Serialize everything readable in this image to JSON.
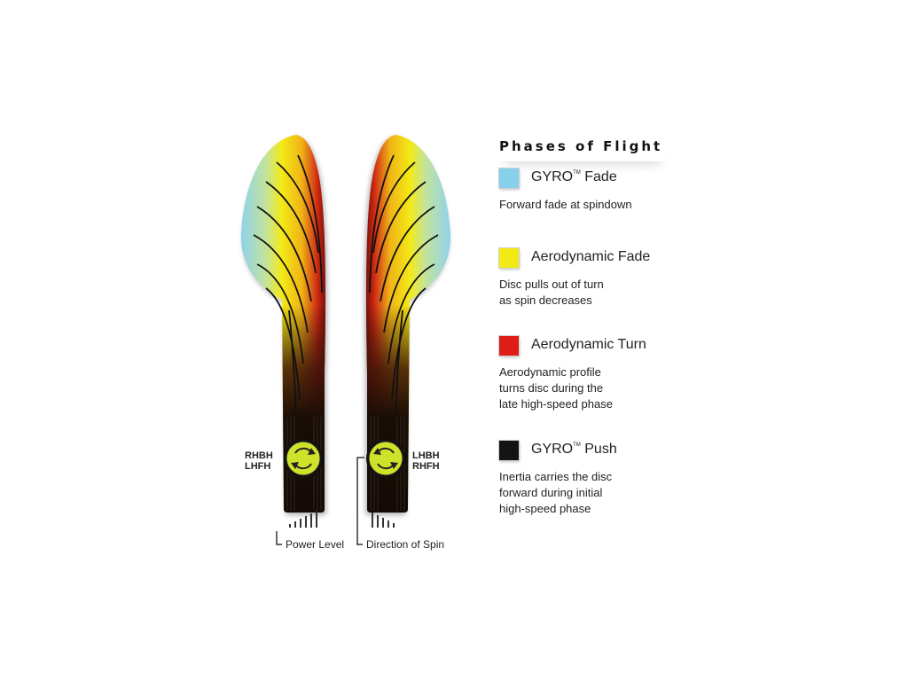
{
  "legend": {
    "title": "Phases of Flight",
    "items": [
      {
        "name": "GYRO",
        "tm": "TM",
        "suffix": " Fade",
        "color": "#87d0ec",
        "desc": "Forward fade at spindown"
      },
      {
        "name": "Aerodynamic Fade",
        "tm": "",
        "suffix": "",
        "color": "#f2ea14",
        "desc": "Disc pulls out of turn\nas spin decreases"
      },
      {
        "name": "Aerodynamic Turn",
        "tm": "",
        "suffix": "",
        "color": "#de1c18",
        "desc": "Aerodynamic profile\nturns disc during the\nlate high-speed phase"
      },
      {
        "name": "GYRO",
        "tm": "TM",
        "suffix": " Push",
        "color": "#141414",
        "desc": "Inertia carries the disc\nforward during initial\nhigh-speed phase"
      }
    ]
  },
  "diagrams": {
    "left_throw_label": "RHBH\nLHFH",
    "right_throw_label": "LHBH\nRHFH",
    "power_level_caption": "Power Level",
    "spin_direction_caption": "Direction of Spin"
  },
  "icons": [
    "clockwise-spin-icon",
    "counterclockwise-spin-icon",
    "power-level-icon"
  ],
  "colors": {
    "gyro_fade": "#87d0ec",
    "aero_fade": "#f2ea14",
    "aero_turn": "#de1c18",
    "gyro_push": "#141414",
    "spin_badge": "#cfe22a"
  }
}
